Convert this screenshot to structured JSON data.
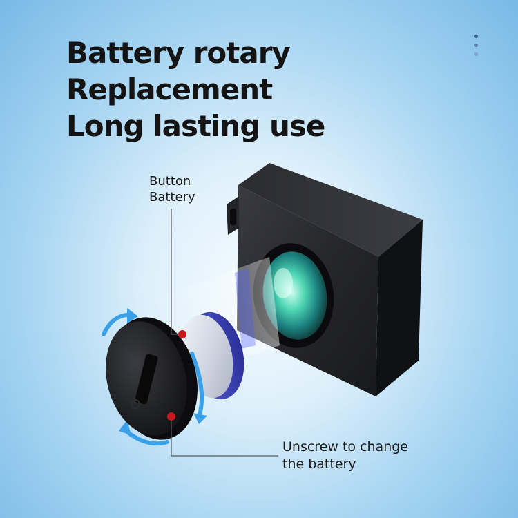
{
  "headline": {
    "line1": "Battery rotary",
    "line2": "Replacement",
    "line3": "Long lasting use"
  },
  "callouts": {
    "battery": {
      "line1": "Button",
      "line2": "Battery"
    },
    "unscrew": {
      "line1": "Unscrew to change",
      "line2": "the battery"
    }
  },
  "colors": {
    "accent_marker": "#c8161d",
    "rotation_arrows": "#3aa0e8",
    "device_body": "#1f1f22",
    "text": "#141414"
  },
  "icons": {
    "carousel": "vertical-dots-icon",
    "rotation": "curved-arrow-icon"
  }
}
